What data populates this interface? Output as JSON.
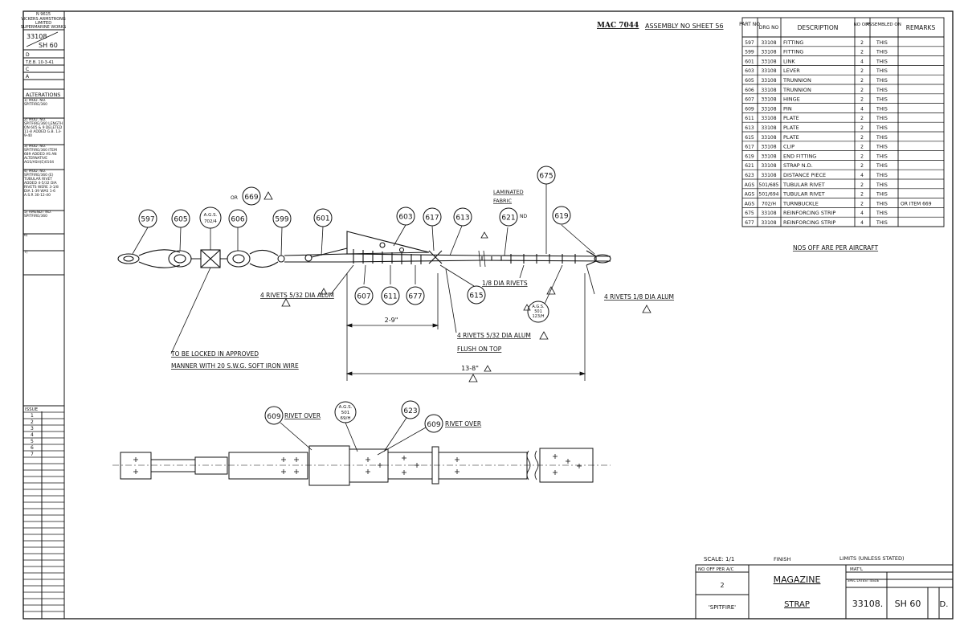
{
  "sidebar": {
    "sheet_no": "N 9615",
    "company_lines": [
      "VICKERS ARMSTRONG",
      "LIMITED",
      "SUPERMARINE WORKS"
    ],
    "drawing_ref": "33108",
    "drawing_sheet": "SH 60",
    "issues": [
      "D",
      "T.E.B. 10-3-41",
      "C",
      "A"
    ],
    "alterations_heading": "ALTERATIONS",
    "alterations": [
      "1) MOD. NO. SPITFIRE/360",
      "2) MOD. NO. SPITFIRE/360 LENGTH ON 605 & 9 DELETED 11-8 ADDED G.B. 13-9-40",
      "3) MOD. NO. SPITFIRE/360 ITEM 689 ADDED AS AN ALTERNATIVE AGS/ASH(E)0104",
      "4) MOD. NO. SPITFIRE/360 (E) TUBULAR RIVET ADDED 4-5/32 DIA RIVETS WERE 3-1/8 DIA 1-39 WAS 1-6 A.S.R 30-12-40",
      "5) AMENDT NO. SPITFIRE/360",
      "6)",
      "7)"
    ],
    "issue_heading": "ISSUE",
    "issue_marks": [
      "1",
      "2",
      "3",
      "4",
      "5",
      "6",
      "7"
    ]
  },
  "header": {
    "mac": "MAC 7044",
    "assembly": "ASSEMBLY NO SHEET 56"
  },
  "parts_table": {
    "headers": [
      "PART NO",
      "DRG NO",
      "DESCRIPTION",
      "NO OFF",
      "ASSEMBLED ON",
      "REMARKS"
    ],
    "rows": [
      [
        "597",
        "33108",
        "FITTING",
        "2",
        "THIS",
        ""
      ],
      [
        "599",
        "33108",
        "FITTING",
        "2",
        "THIS",
        ""
      ],
      [
        "601",
        "33108",
        "LINK",
        "4",
        "THIS",
        ""
      ],
      [
        "603",
        "33108",
        "LEVER",
        "2",
        "THIS",
        ""
      ],
      [
        "605",
        "33108",
        "TRUNNION",
        "2",
        "THIS",
        ""
      ],
      [
        "606",
        "33108",
        "TRUNNION",
        "2",
        "THIS",
        ""
      ],
      [
        "607",
        "33108",
        "HINGE",
        "2",
        "THIS",
        ""
      ],
      [
        "609",
        "33108",
        "PIN",
        "4",
        "THIS",
        ""
      ],
      [
        "611",
        "33108",
        "PLATE",
        "2",
        "THIS",
        ""
      ],
      [
        "613",
        "33108",
        "PLATE",
        "2",
        "THIS",
        ""
      ],
      [
        "615",
        "33108",
        "PLATE",
        "2",
        "THIS",
        ""
      ],
      [
        "617",
        "33108",
        "CLIP",
        "2",
        "THIS",
        ""
      ],
      [
        "619",
        "33108",
        "END FITTING",
        "2",
        "THIS",
        ""
      ],
      [
        "621",
        "33108",
        "STRAP N.D.",
        "2",
        "THIS",
        ""
      ],
      [
        "623",
        "33108",
        "DISTANCE PIECE",
        "4",
        "THIS",
        ""
      ],
      [
        "AGS",
        "501/685",
        "TUBULAR RIVET",
        "2",
        "THIS",
        ""
      ],
      [
        "AGS",
        "501/694",
        "TUBULAR RIVET",
        "2",
        "THIS",
        ""
      ],
      [
        "AGS",
        "702/H",
        "TURNBUCKLE",
        "2",
        "THIS",
        "OR ITEM 669"
      ],
      [
        "675",
        "33108",
        "REINFORCING STRIP",
        "4",
        "THIS",
        ""
      ],
      [
        "677",
        "33108",
        "REINFORCING STRIP",
        "4",
        "THIS",
        ""
      ]
    ],
    "note": "NOS OFF ARE PER AIRCRAFT"
  },
  "balloons_upper": [
    "597",
    "605",
    "606",
    "599",
    "601",
    "603",
    "617",
    "613",
    "621",
    "619",
    "675"
  ],
  "balloons_lower": [
    "607",
    "611",
    "677",
    "615"
  ],
  "agr_balloon": [
    "A.G.S.",
    "702/4"
  ],
  "agr_balloon2": [
    "A.G.S.",
    "501",
    "123/H"
  ],
  "agr_balloon3": [
    "A.G.S.",
    "501",
    "69/H"
  ],
  "balloon_669": "669",
  "label_or": "OR",
  "label_nd": "ND",
  "laminated_fabric": [
    "LAMINATED",
    "FABRIC"
  ],
  "notes": {
    "rivets_left": "4 RIVETS 5/32 DIA ALUM",
    "rivets_right": "4 RIVETS 1/8 DIA ALUM",
    "rivets_1_8": "1/8 DIA RIVETS",
    "rivets_center": "4 RIVETS 5/32 DIA ALUM",
    "flush": "FLUSH ON TOP",
    "locked_1": "TO BE LOCKED IN APPROVED",
    "locked_2": "MANNER WITH 20 S.W.G. SOFT IRON WIRE",
    "dim_1": "2-9\"",
    "dim_2": "13-8\"",
    "plan_609a": "609",
    "plan_609b": "609",
    "plan_623": "623",
    "rivet_over": "RIVET OVER"
  },
  "title_block": {
    "scale": "SCALE: 1/1",
    "finish": "FINISH",
    "limits": "LIMITS (UNLESS STATED)",
    "no_off_label": "NO OFF PER A/C",
    "no_off": "2",
    "matl": "MAT'L",
    "spec": "SPEC LATEST ISSUE",
    "aircraft": "'SPITFIRE'",
    "title_1": "MAGAZINE",
    "title_2": "STRAP",
    "drg_no": "33108.",
    "sheet": "SH 60",
    "issue": "D."
  },
  "colors": {
    "ink": "#111111",
    "paper": "#ffffff"
  }
}
